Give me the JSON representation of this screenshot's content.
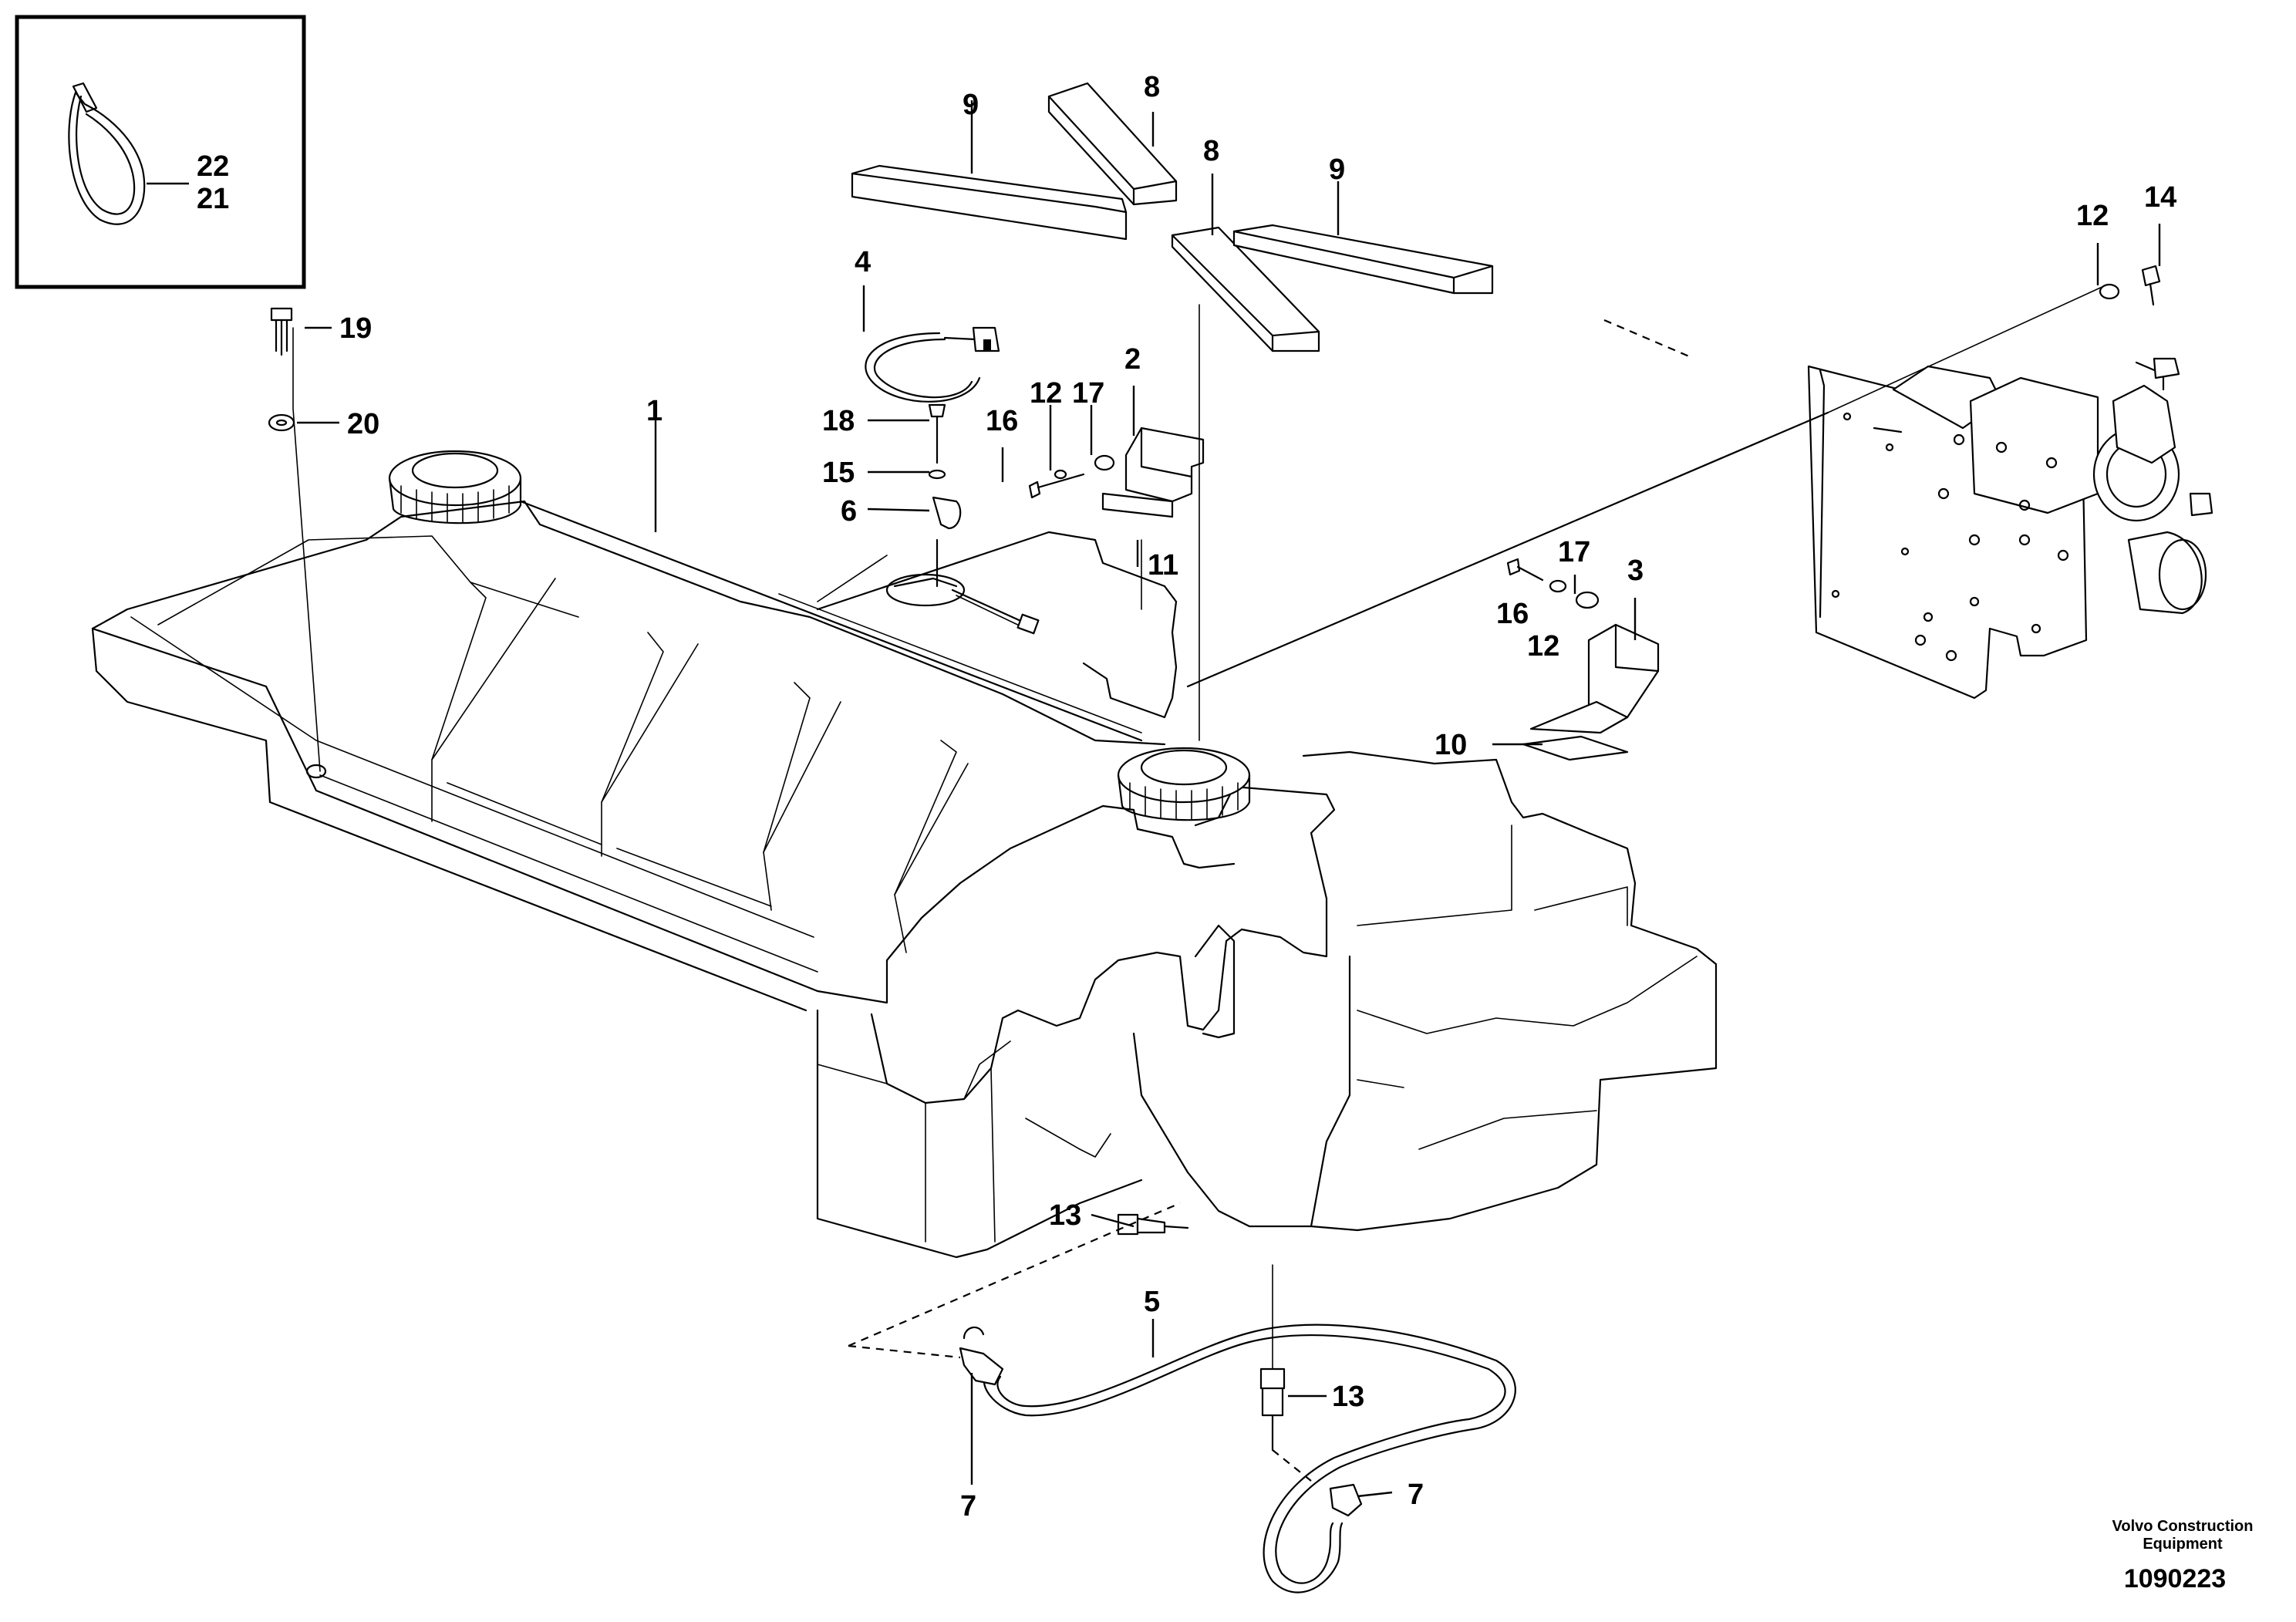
{
  "callouts": {
    "c1": "1",
    "c2": "2",
    "c3": "3",
    "c4": "4",
    "c5": "5",
    "c6": "6",
    "c7a": "7",
    "c7b": "7",
    "c8a": "8",
    "c8b": "8",
    "c9a": "9",
    "c9b": "9",
    "c10": "10",
    "c11": "11",
    "c12a": "12",
    "c12b": "12",
    "c12c": "12",
    "c13a": "13",
    "c13b": "13",
    "c14": "14",
    "c15": "15",
    "c16a": "16",
    "c16b": "16",
    "c17a": "17",
    "c17b": "17",
    "c18": "18",
    "c19": "19",
    "c20": "20",
    "c21": "21",
    "c22": "22"
  },
  "footer": {
    "brand_line1": "Volvo Construction",
    "brand_line2": "Equipment",
    "doc_number": "1090223"
  }
}
